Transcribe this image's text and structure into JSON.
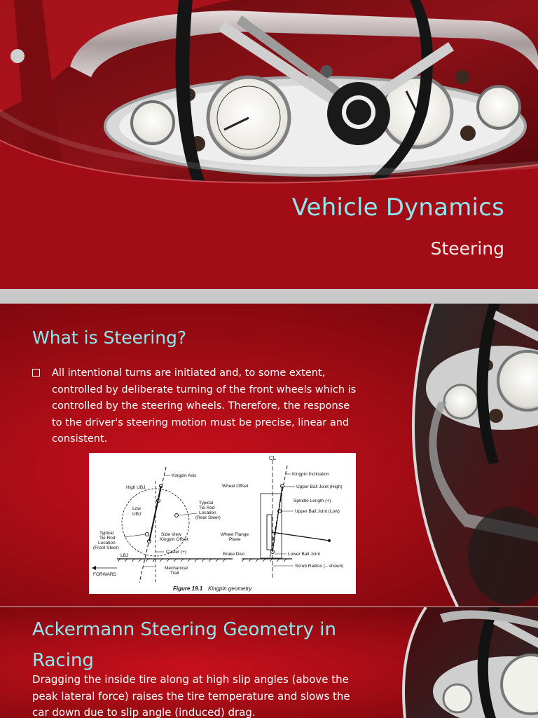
{
  "slide1": {
    "title": "Vehicle Dynamics",
    "subtitle": "Steering"
  },
  "slide2": {
    "heading": "What is Steering?",
    "bullet": "All intentional turns are initiated and, to some extent, controlled by deliberate turning of the front wheels which is controlled by the steering wheels. Therefore, the response to the driver's steering motion must be precise, linear and consistent.",
    "diagram": {
      "caption_num": "Figure 19.1",
      "caption_text": "Kingpin geometry.",
      "labels": {
        "kingpin_axis": "Kingpin Axis",
        "high_ubj": "High UBJ",
        "low_ubj_1": "Low",
        "low_ubj_2": "UBJ",
        "typ_rear_1": "Typical",
        "typ_rear_2": "Tie Rod",
        "typ_rear_3": "Location",
        "typ_rear_4": "(Rear Steer)",
        "typ_front_1": "Typical",
        "typ_front_2": "Tie Rod",
        "typ_front_3": "Location",
        "typ_front_4": "(Front Steer)",
        "side_view_1": "Side View",
        "side_view_2": "Kingpin Offset",
        "caster": "Caster (+)",
        "lbj": "LBJ",
        "mech_trail_1": "Mechanical",
        "mech_trail_2": "Trail",
        "forward": "FORWARD",
        "cl": "CL",
        "kingpin_incl": "Kingpin Inclination",
        "wheel_offset": "Wheel Offset",
        "upper_bj_high": "Upper Ball Joint (High)",
        "spindle_length": "Spindle Length (+)",
        "upper_bj_low": "Upper Ball Joint (Low)",
        "wheel_flange_1": "Wheel Flange",
        "wheel_flange_2": "Plane",
        "brake_disc": "Brake Disc",
        "lower_bj": "Lower Ball Joint",
        "scrub_radius": "Scrub Radius (– shown)"
      }
    }
  },
  "slide3": {
    "heading": "Ackermann Steering Geometry in Racing",
    "text": "Dragging the inside tire along at high slip angles (above the peak lateral force) raises the tire temperature and slows the car down due to slip angle (induced) drag."
  },
  "colors": {
    "heading": "#8fe7ee",
    "slide_bg": "#b00d18",
    "gap": "#c9c9c9"
  }
}
